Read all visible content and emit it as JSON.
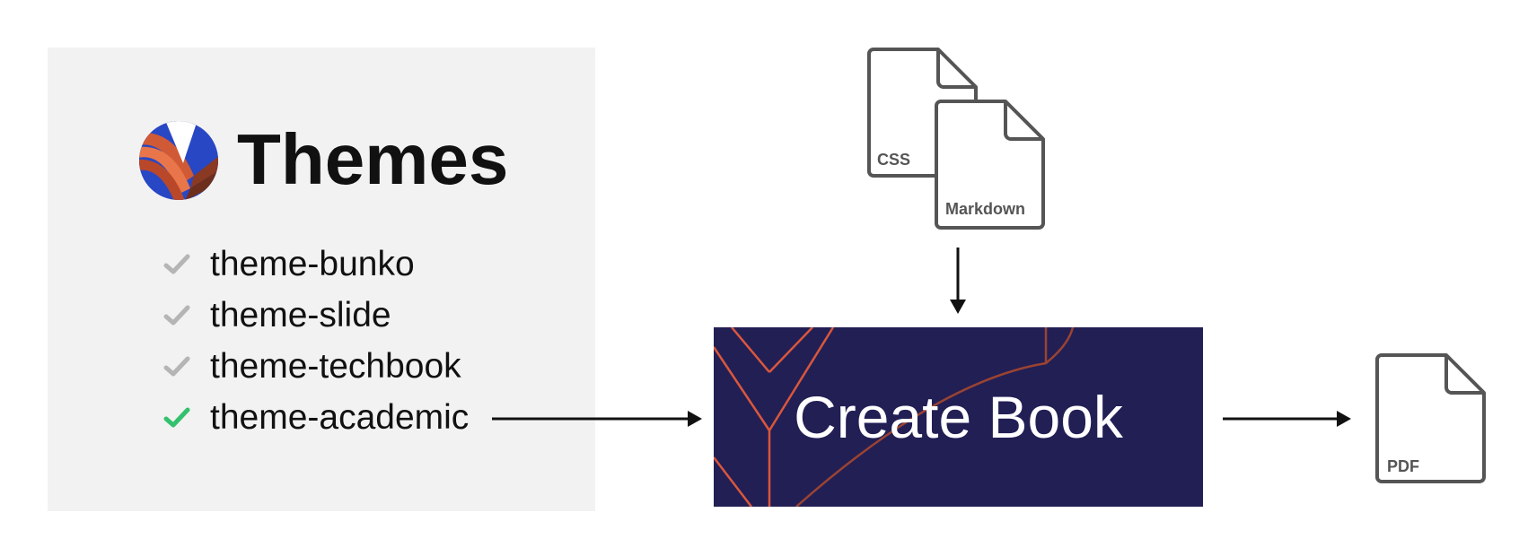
{
  "panel": {
    "title": "Themes",
    "themes": [
      {
        "label": "theme-bunko",
        "selected": false
      },
      {
        "label": "theme-slide",
        "selected": false
      },
      {
        "label": "theme-techbook",
        "selected": false
      },
      {
        "label": "theme-academic",
        "selected": true
      }
    ]
  },
  "inputs": {
    "css_label": "CSS",
    "markdown_label": "Markdown"
  },
  "process": {
    "label": "Create Book"
  },
  "output": {
    "pdf_label": "PDF"
  },
  "colors": {
    "panel_bg": "#f2f2f2",
    "process_bg": "#221f55",
    "process_lines": "#d9573c",
    "check_selected": "#33c16e",
    "check_default": "#b5b5b5",
    "doc_stroke": "#555555"
  }
}
